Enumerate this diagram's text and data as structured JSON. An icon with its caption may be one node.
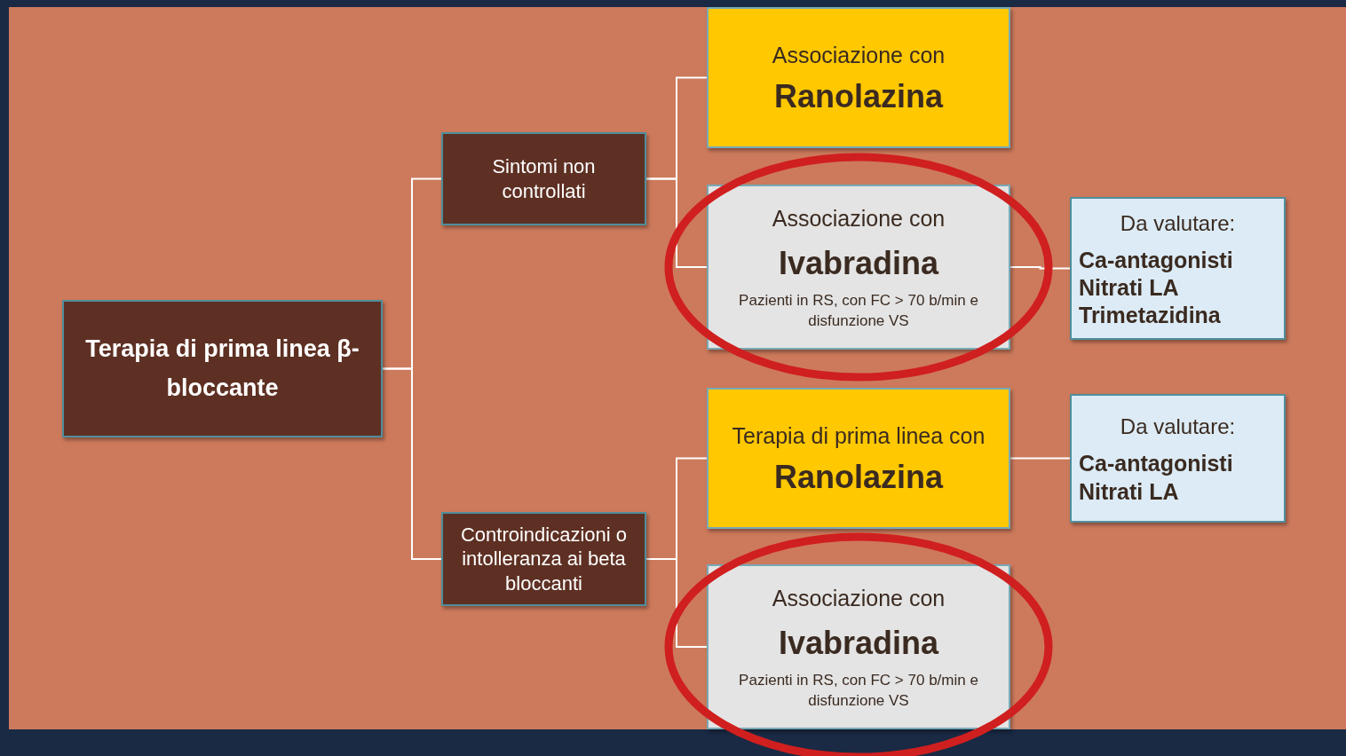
{
  "diagram": {
    "nodes": [
      {
        "text": [
          "Terapia di prima linea β-bloccante"
        ]
      },
      {
        "text": [
          "Sintomi non controllati"
        ]
      },
      {
        "text": [
          "Controindicazioni o intolleranza ai beta bloccanti"
        ]
      },
      {
        "text": [
          "Associazione con",
          "Ranolazina"
        ]
      },
      {
        "text": [
          "Associazione con",
          "Ivabradina",
          "Pazienti in RS, con FC > 70 b/min e disfunzione VS"
        ]
      },
      {
        "text": [
          "Da valutare:",
          "Ca-antagonisti",
          "Nitrati LA",
          "Trimetazidina"
        ]
      },
      {
        "text": [
          "Terapia di prima linea con",
          "Ranolazina"
        ]
      },
      {
        "text": [
          "Associazione con",
          "Ivabradina",
          "Pazienti in RS, con FC > 70 b/min e disfunzione VS"
        ]
      },
      {
        "text": [
          "Da valutare:",
          "Ca-antagonisti",
          "Nitrati LA"
        ]
      }
    ],
    "edges": [
      {
        "from": 0,
        "to": 1,
        "arrow": "none"
      },
      {
        "from": 0,
        "to": 2,
        "arrow": "none"
      },
      {
        "from": 1,
        "to": 3,
        "arrow": "none"
      },
      {
        "from": 1,
        "to": 4,
        "arrow": "none"
      },
      {
        "from": 2,
        "to": 6,
        "arrow": "none"
      },
      {
        "from": 2,
        "to": 7,
        "arrow": "none"
      },
      {
        "from": 4,
        "to": 5,
        "arrow": "none"
      },
      {
        "from": 6,
        "to": 8,
        "arrow": "none"
      }
    ]
  }
}
